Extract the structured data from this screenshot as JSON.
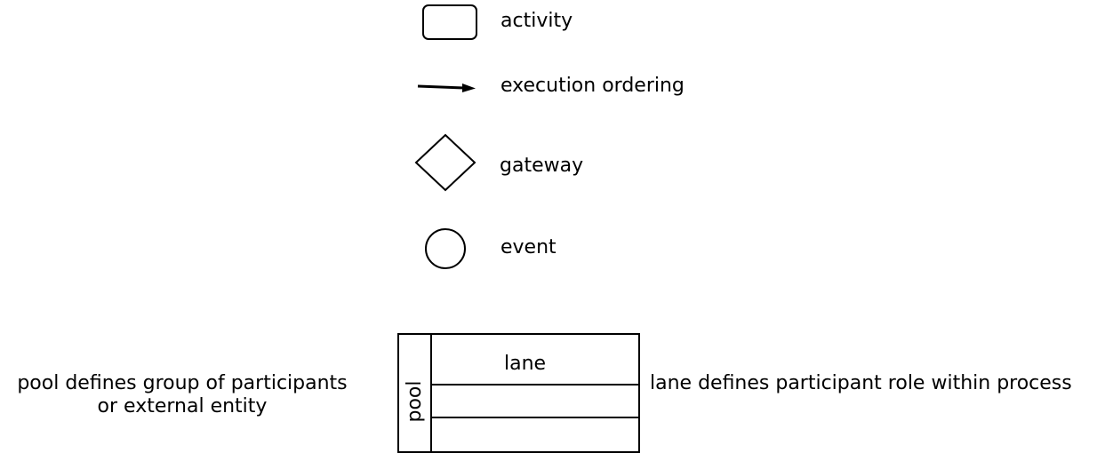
{
  "legend": {
    "activity": "activity",
    "execution_ordering": "execution ordering",
    "gateway": "gateway",
    "event": "event"
  },
  "pool_diagram": {
    "pool_label": "pool",
    "lane_label": "lane",
    "pool_description": [
      "pool defines group of participants",
      "or external entity"
    ],
    "lane_description": "lane defines participant role within process"
  },
  "colors": {
    "stroke": "#000000",
    "background": "#ffffff"
  }
}
